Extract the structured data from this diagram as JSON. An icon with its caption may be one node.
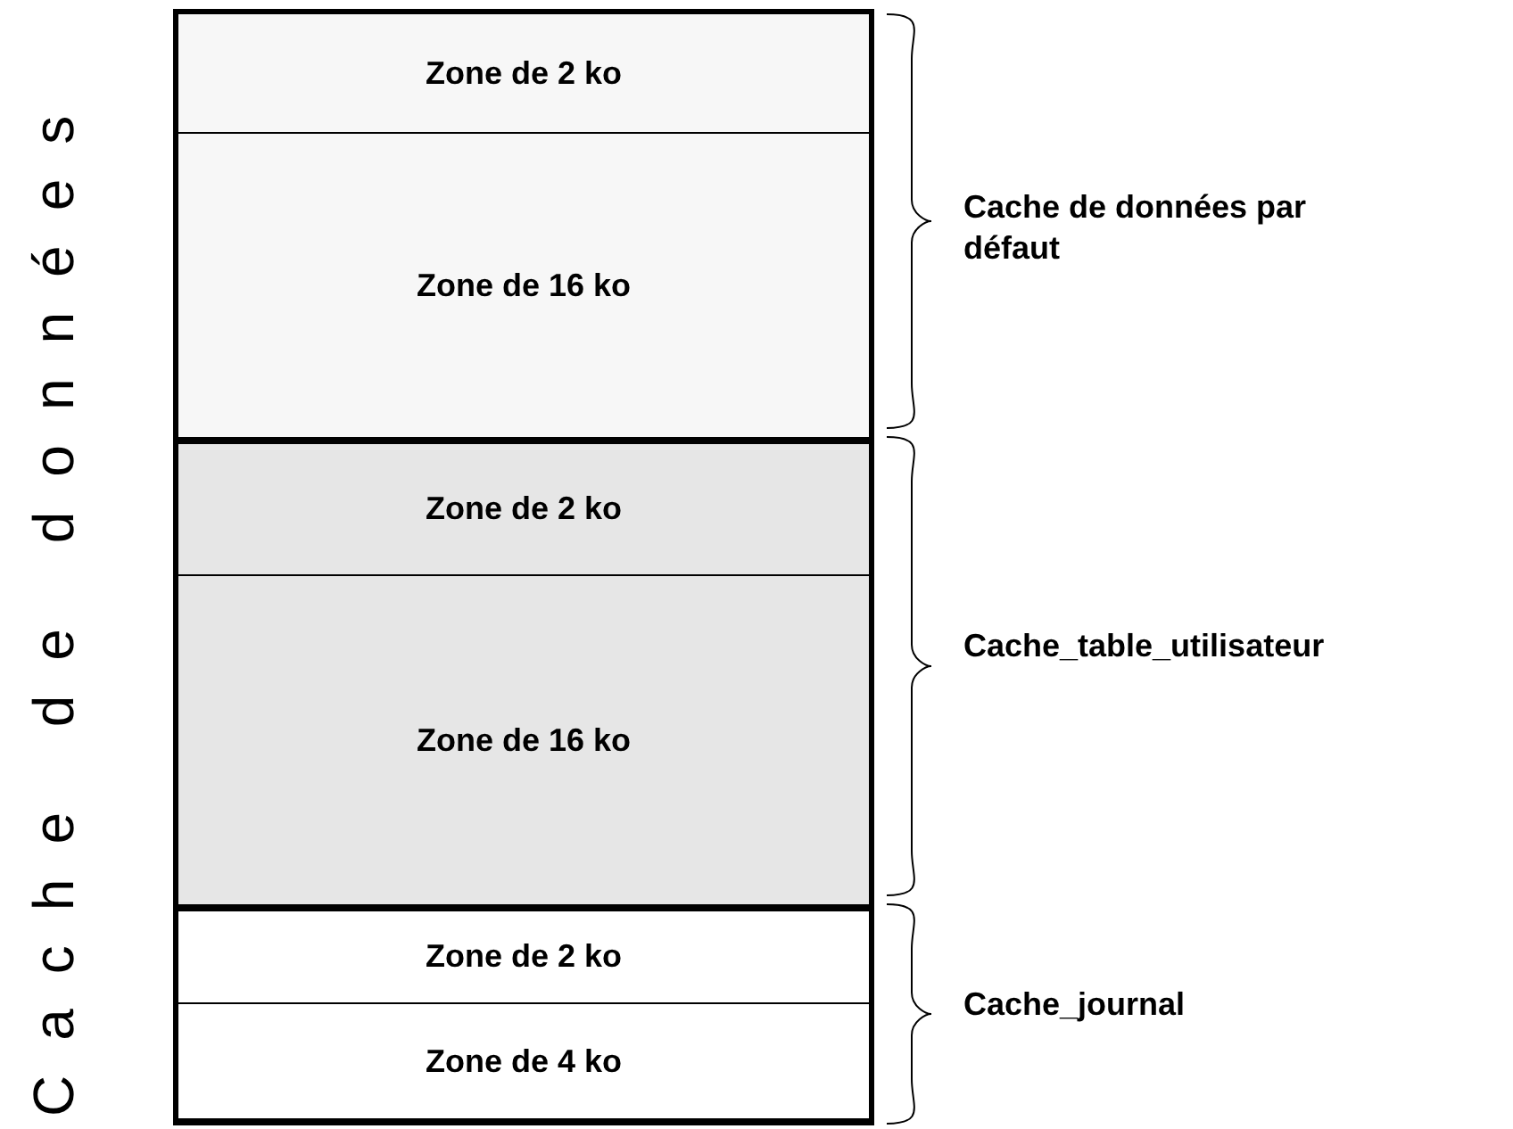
{
  "diagram": {
    "nodes": [
      {
        "text": [
          "Cache de données"
        ]
      },
      {
        "text": [
          "Cache de données par défaut"
        ],
        "in": 0
      },
      {
        "text": [
          "Zone de 2 ko"
        ],
        "in": 1
      },
      {
        "text": [
          "Zone de 16 ko"
        ],
        "in": 1
      },
      {
        "text": [
          "Cache_table_utilisateur"
        ],
        "in": 0
      },
      {
        "text": [
          "Zone de 2 ko"
        ],
        "in": 4
      },
      {
        "text": [
          "Zone de 16 ko"
        ],
        "in": 4
      },
      {
        "text": [
          "Cache_journal"
        ],
        "in": 0
      },
      {
        "text": [
          "Zone de 2 ko"
        ],
        "in": 7
      },
      {
        "text": [
          "Zone de 4 ko"
        ],
        "in": 7
      }
    ]
  }
}
